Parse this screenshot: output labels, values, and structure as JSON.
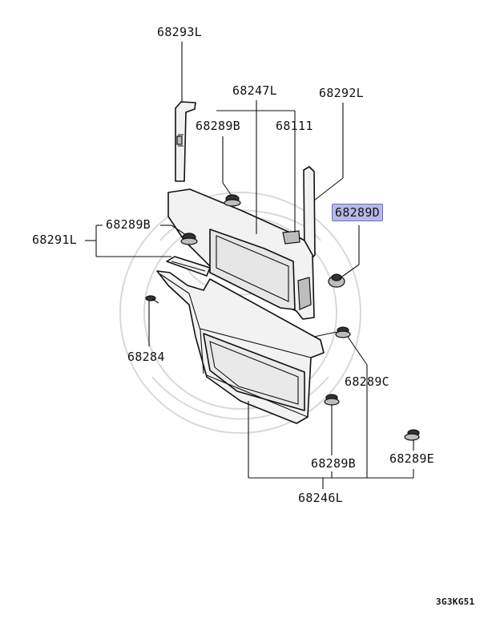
{
  "labels": {
    "p68293L": "68293L",
    "p68247L": "68247L",
    "p68292L": "68292L",
    "p68289B_top": "68289B",
    "p68111": "68111",
    "p68289D": "68289D",
    "p68289B_left": "68289B",
    "p68291L": "68291L",
    "p68284": "68284",
    "p68289C": "68289C",
    "p68289B_bottom": "68289B",
    "p68289E": "68289E",
    "p68246L": "68246L"
  },
  "diagram_code": "3G3KG51",
  "highlight_color": "#b6b9e6"
}
